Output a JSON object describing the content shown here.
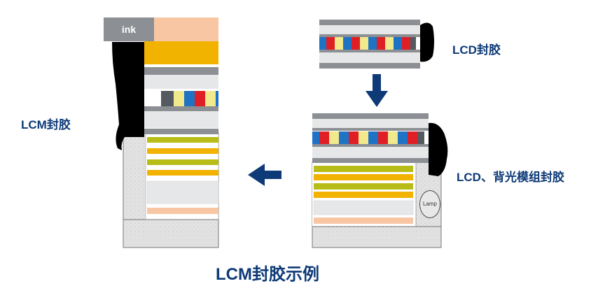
{
  "labels": {
    "ink": "ink",
    "lcm_seal": "LCM封胶",
    "lcd_seal": "LCD封胶",
    "lcd_backlight_seal": "LCD、背光模组封胶",
    "lamp": "Lamp",
    "title": "LCM封胶示例"
  },
  "colors": {
    "glass_gray": "#8c8f93",
    "panel_light": "#e6e7e8",
    "filter_blue": "#1f73c4",
    "filter_red": "#e01e26",
    "filter_yellow": "#f2e88c",
    "orange": "#f2b200",
    "green": "#b7bd16",
    "peach": "#f9c6a4",
    "sealant": "#000000",
    "frame": "#e2e2e2",
    "arrow_navy": "#0e3a78"
  }
}
